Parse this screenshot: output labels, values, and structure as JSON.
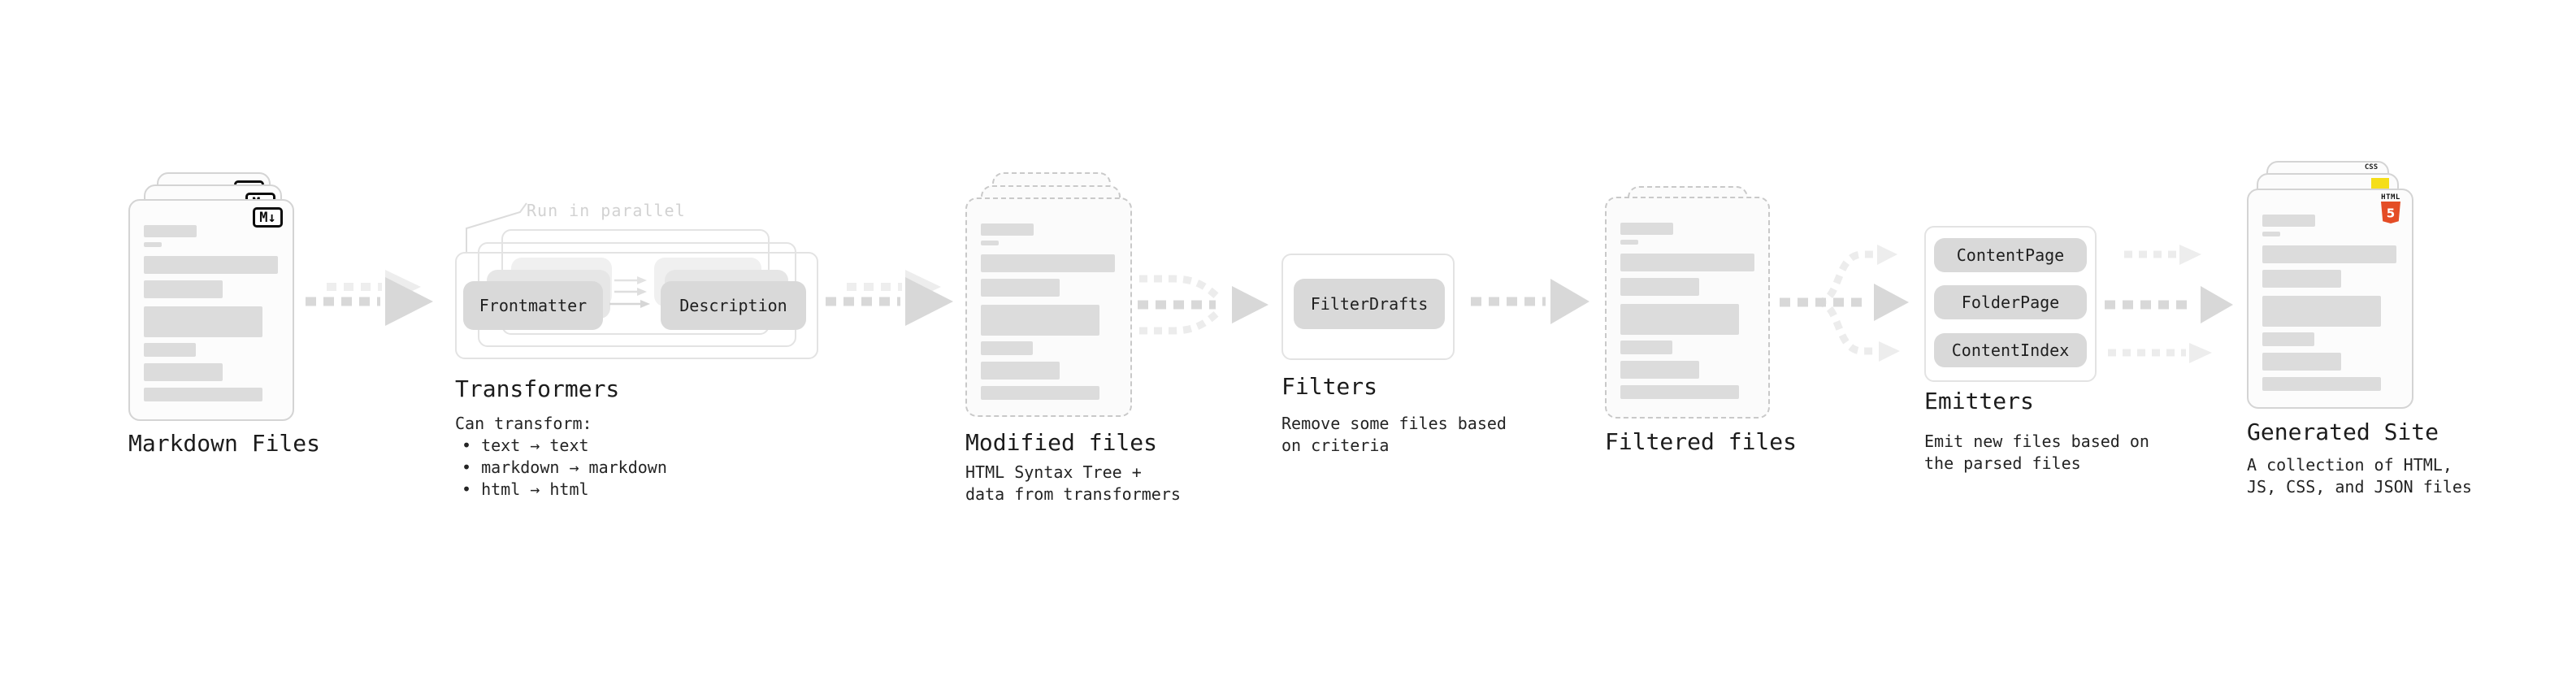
{
  "stages": {
    "markdown": {
      "title": "Markdown Files",
      "badge": "M↓"
    },
    "transformers": {
      "title": "Transformers",
      "annotation": "Run in parallel",
      "box_frontmatter": "Frontmatter",
      "box_description": "Description",
      "desc_intro": "Can transform:",
      "bullets": [
        "• text → text",
        "• markdown → markdown",
        "• html → html"
      ]
    },
    "modified": {
      "title": "Modified files",
      "desc_line1": "HTML Syntax Tree +",
      "desc_line2": "data from transformers"
    },
    "filters": {
      "title": "Filters",
      "box_filterdrafts": "FilterDrafts",
      "desc_line1": "Remove some files based",
      "desc_line2": "on criteria"
    },
    "filtered": {
      "title": "Filtered files"
    },
    "emitters": {
      "title": "Emitters",
      "box_contentpage": "ContentPage",
      "box_folderpage": "FolderPage",
      "box_contentindex": "ContentIndex",
      "desc_line1": "Emit new files based on",
      "desc_line2": "the parsed files"
    },
    "generated": {
      "title": "Generated Site",
      "desc_line1": "A collection of HTML,",
      "desc_line2": "JS, CSS, and JSON files",
      "badge_css_label": "CSS",
      "badge_html_label": "HTML",
      "badge_html_number": "5"
    }
  },
  "colors": {
    "html5_orange": "#e44d26",
    "js_yellow": "#f5de19",
    "css_blue": "#2f5be7",
    "box_gray": "#d9d9d9",
    "arrow_gray": "#d8d8d8",
    "arrow_faint": "#ededed",
    "bar_gray": "#dcdcdc",
    "text_dark": "#1c1c1c",
    "annotation_gray": "#d2d2d2"
  }
}
